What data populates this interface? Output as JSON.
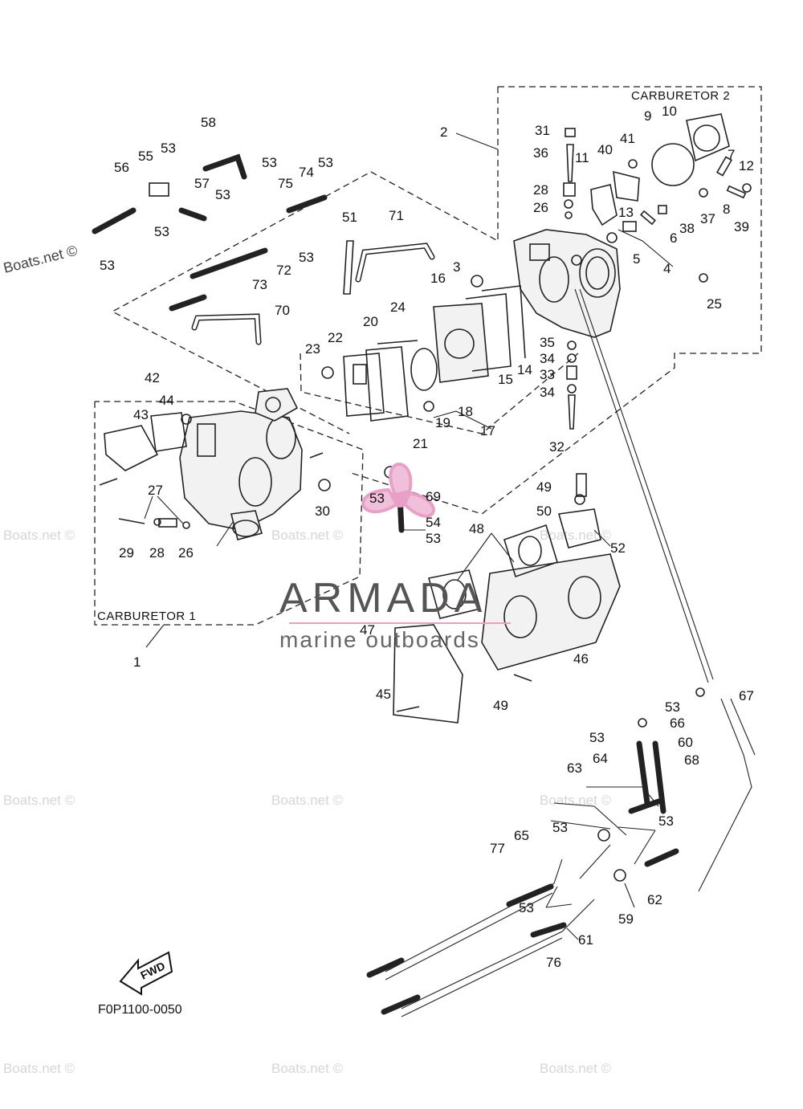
{
  "diagram": {
    "box_labels": {
      "carburetor_1": "CARBURETOR 1",
      "carburetor_2": "CARBURETOR 2"
    },
    "callouts": [
      "1",
      "2",
      "3",
      "4",
      "5",
      "6",
      "7",
      "8",
      "9",
      "10",
      "11",
      "12",
      "13",
      "14",
      "15",
      "16",
      "17",
      "18",
      "19",
      "20",
      "21",
      "22",
      "23",
      "24",
      "25",
      "26",
      "27",
      "28",
      "29",
      "30",
      "31",
      "32",
      "33",
      "34",
      "35",
      "36",
      "37",
      "38",
      "39",
      "40",
      "41",
      "42",
      "43",
      "44",
      "45",
      "46",
      "47",
      "48",
      "49",
      "50",
      "51",
      "52",
      "53",
      "54",
      "55",
      "56",
      "57",
      "58",
      "59",
      "60",
      "61",
      "62",
      "63",
      "64",
      "65",
      "66",
      "67",
      "68",
      "69",
      "70",
      "71",
      "72",
      "73",
      "74",
      "75",
      "76",
      "77"
    ],
    "fwd_label": "FWD",
    "doc_code": "F0P1100-0050"
  },
  "watermarks": {
    "site": "Boats.net ©",
    "brand_name": "ARMADA",
    "brand_tagline": "marine outboards"
  },
  "colors": {
    "line": "#222222",
    "background": "#ffffff",
    "brand_pink": "#e8a0c6",
    "watermark_gray": "#d6d6d6"
  }
}
